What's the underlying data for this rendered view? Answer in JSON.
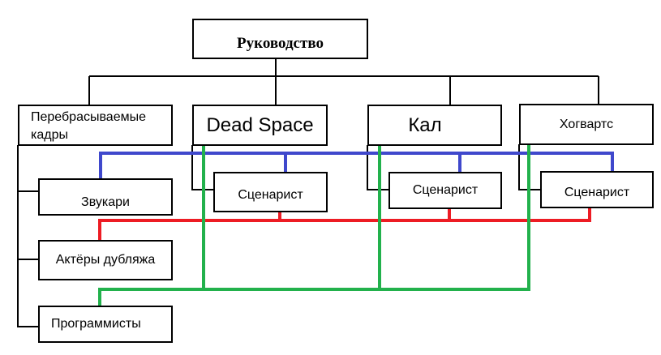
{
  "diagram": {
    "type": "org-chart",
    "root": {
      "label": "Руководство"
    },
    "departments": [
      {
        "id": "perebras",
        "label": "Перебрасываемые кадры"
      },
      {
        "id": "deadspace",
        "label": "Dead Space"
      },
      {
        "id": "kal",
        "label": "Кал"
      },
      {
        "id": "hogwarts",
        "label": "Хогвартс"
      }
    ],
    "shared_staff": [
      {
        "id": "zvukari",
        "label": "Звукари",
        "link_color": "#3f48cc"
      },
      {
        "id": "aktery",
        "label": "Актёры дубляжа",
        "link_color": "#ed1c24"
      },
      {
        "id": "programmisty",
        "label": "Программисты",
        "link_color": "#22b14c"
      }
    ],
    "project_staff": [
      {
        "parent": "deadspace",
        "label": "Сценарист"
      },
      {
        "parent": "kal",
        "label": "Сценарист"
      },
      {
        "parent": "hogwarts",
        "label": "Сценарист"
      }
    ],
    "links": [
      {
        "from": "zvukari",
        "to": [
          "deadspace.scenarist",
          "kal.scenarist",
          "hogwarts.scenarist"
        ],
        "color": "#3f48cc"
      },
      {
        "from": "aktery",
        "to": [
          "deadspace.scenarist",
          "kal.scenarist",
          "hogwarts.scenarist"
        ],
        "color": "#ed1c24"
      },
      {
        "from": "programmisty",
        "to": [
          "deadspace",
          "kal",
          "hogwarts"
        ],
        "color": "#22b14c"
      }
    ]
  }
}
